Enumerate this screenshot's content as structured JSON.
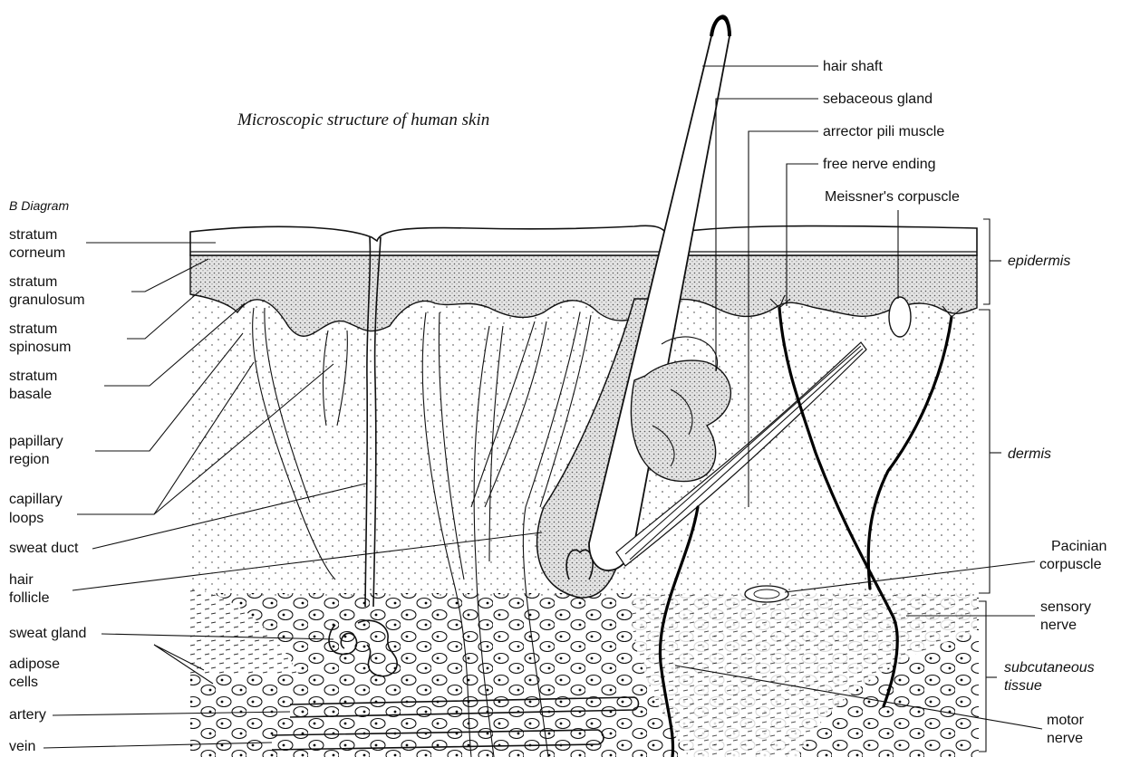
{
  "title": "Microscopic structure of human skin",
  "subtitle": "B  Diagram",
  "left_labels": {
    "stratum_corneum": [
      "stratum",
      "corneum"
    ],
    "stratum_granulosum": [
      "stratum",
      "granulosum"
    ],
    "stratum_spinosum": [
      "stratum",
      "spinosum"
    ],
    "stratum_basale": [
      "stratum",
      "basale"
    ],
    "papillary_region": [
      "papillary",
      "region"
    ],
    "capillary_loops": [
      "capillary",
      "loops"
    ],
    "sweat_duct": "sweat duct",
    "hair_follicle": [
      "hair",
      "follicle"
    ],
    "sweat_gland": "sweat gland",
    "adipose_cells": [
      "adipose",
      "cells"
    ],
    "artery": "artery",
    "vein": "vein"
  },
  "top_labels": {
    "hair_shaft": "hair shaft",
    "sebaceous_gland": "sebaceous gland",
    "arrector_pili_muscle": "arrector pili muscle",
    "free_nerve_ending": "free nerve ending",
    "meissners_corpuscle": "Meissner's corpuscle"
  },
  "right_labels": {
    "pacinian_corpuscle": [
      "Pacinian",
      "corpuscle"
    ],
    "sensory_nerve": [
      "sensory",
      "nerve"
    ],
    "motor_nerve": [
      "motor",
      "nerve"
    ]
  },
  "regions": {
    "epidermis": "epidermis",
    "dermis": "dermis",
    "subcutaneous_tissue": [
      "subcutaneous",
      "tissue"
    ]
  }
}
